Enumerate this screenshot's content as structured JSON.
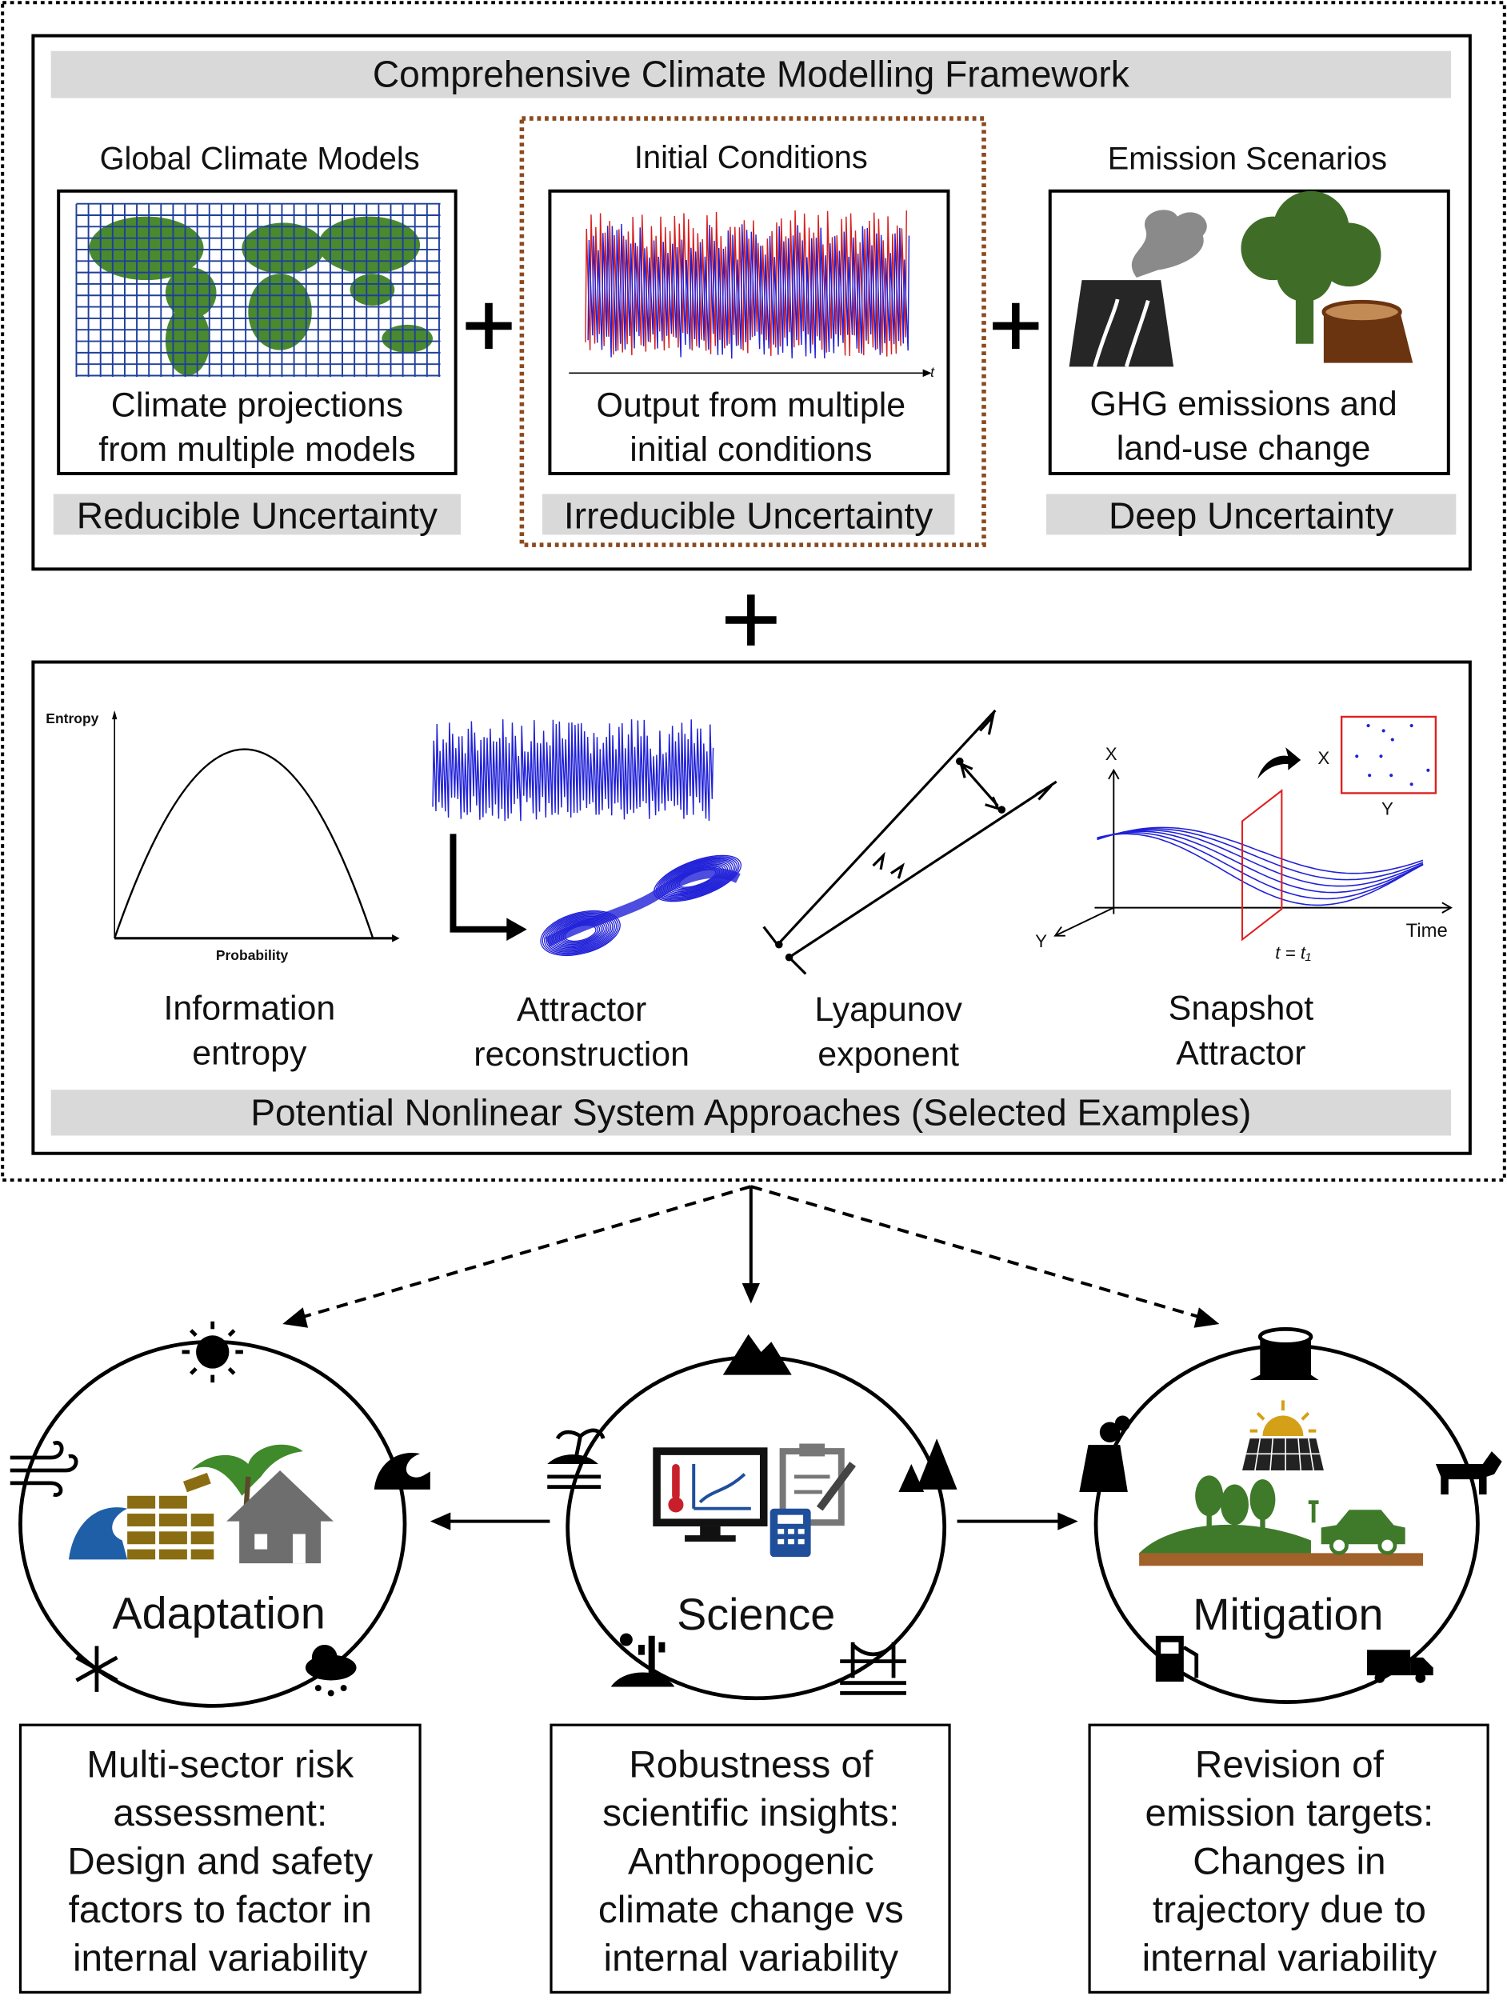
{
  "framework": {
    "title": "Comprehensive Climate Modelling Framework",
    "columns": [
      {
        "heading": "Global Climate Models",
        "caption": [
          "Climate projections",
          "from multiple models"
        ],
        "uncertainty": "Reducible Uncertainty"
      },
      {
        "heading": "Initial Conditions",
        "caption": [
          "Output from multiple",
          "initial conditions"
        ],
        "uncertainty": "Irreducible Uncertainty",
        "axis_label": "t"
      },
      {
        "heading": "Emission Scenarios",
        "caption": [
          "GHG emissions and",
          "land-use change"
        ],
        "uncertainty": "Deep Uncertainty"
      }
    ]
  },
  "approaches": {
    "title": "Potential Nonlinear System Approaches (Selected Examples)",
    "items": [
      {
        "label": [
          "Information",
          "entropy"
        ],
        "y_axis": "Entropy",
        "x_axis": "Probability"
      },
      {
        "label": [
          "Attractor",
          "reconstruction"
        ]
      },
      {
        "label": [
          "Lyapunov",
          "exponent"
        ]
      },
      {
        "label": [
          "Snapshot",
          "Attractor"
        ],
        "axis_x": "X",
        "axis_y": "Y",
        "axis_time": "Time",
        "inset_x": "X",
        "inset_y": "Y",
        "time_marker": "t = t₁"
      }
    ]
  },
  "outcomes": [
    {
      "title": "Adaptation",
      "text": [
        "Multi-sector risk",
        "assessment:",
        "Design and safety",
        "factors to factor in",
        "internal variability"
      ]
    },
    {
      "title": "Science",
      "text": [
        "Robustness of",
        "scientific insights:",
        "Anthropogenic",
        "climate change vs",
        "internal variability"
      ]
    },
    {
      "title": "Mitigation",
      "text": [
        "Revision of",
        "emission targets:",
        "Changes in",
        "trajectory due to",
        "internal variability"
      ]
    }
  ],
  "colors": {
    "gray_bar": "#d9d9d9",
    "brown_dotted": "#8b4a1e",
    "series_red": "#d62020",
    "series_blue": "#2020d8",
    "land_green": "#4a8a2e",
    "grid_blue": "#1f3f9a"
  }
}
